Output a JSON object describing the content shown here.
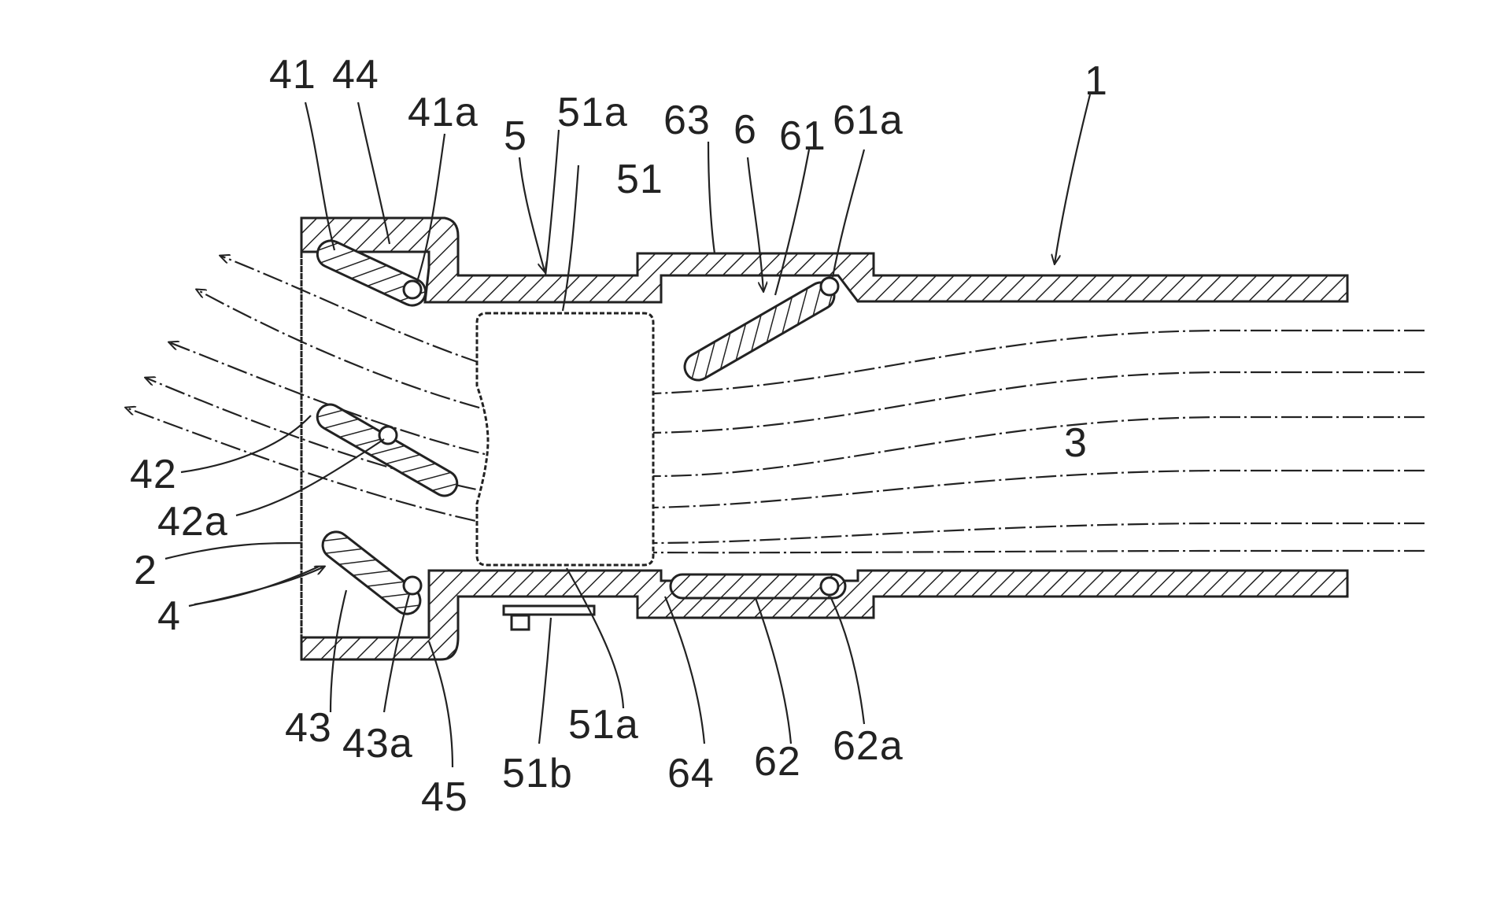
{
  "labels": {
    "l1": "1",
    "l2": "2",
    "l3": "3",
    "l4": "4",
    "l5": "5",
    "l6": "6",
    "l41": "41",
    "l41a": "41a",
    "l42": "42",
    "l42a": "42a",
    "l43": "43",
    "l43a": "43a",
    "l44": "44",
    "l45": "45",
    "l51": "51",
    "l51a_top": "51a",
    "l51a_bottom": "51a",
    "l51b": "51b",
    "l61": "61",
    "l61a": "61a",
    "l62": "62",
    "l62a": "62a",
    "l63": "63",
    "l64": "64"
  }
}
